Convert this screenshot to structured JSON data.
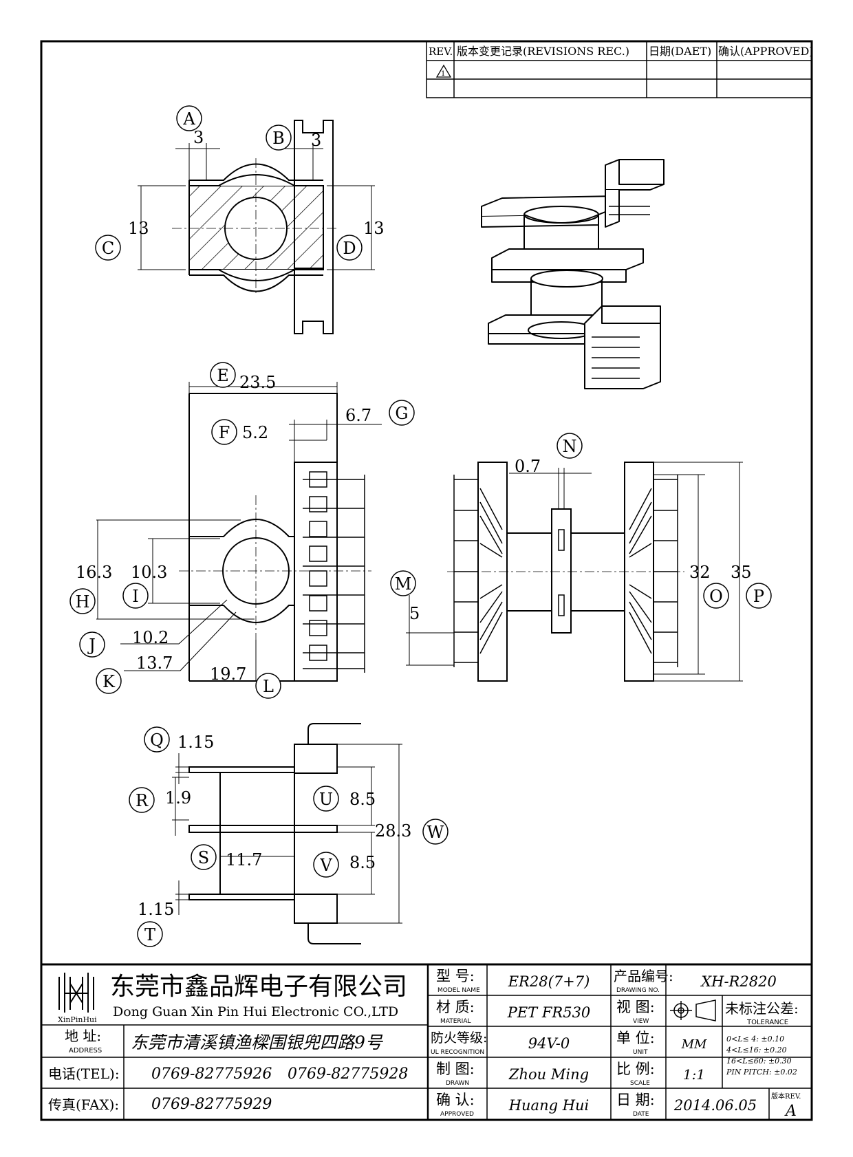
{
  "revision_table": {
    "headers": [
      "REV.",
      "版本变更记录(REVISIONS REC.)",
      "日期(DAET)",
      "确认(APPROVED)"
    ],
    "rev_mark": "1"
  },
  "callouts": [
    "A",
    "B",
    "C",
    "D",
    "E",
    "F",
    "G",
    "H",
    "I",
    "J",
    "K",
    "L",
    "M",
    "N",
    "O",
    "P",
    "Q",
    "R",
    "S",
    "T",
    "U",
    "V",
    "W"
  ],
  "dimensions": {
    "a": "3",
    "b": "3",
    "c": "13",
    "d": "13",
    "e": "23.5",
    "f": "5.2",
    "g": "6.7",
    "h": "16.3",
    "i": "10.3",
    "j": "10.2",
    "k": "13.7",
    "l": "19.7",
    "m": "5",
    "n": "0.7",
    "o": "32",
    "p": "35",
    "q": "1.15",
    "r": "1.9",
    "s": "11.7",
    "t": "1.15",
    "u": "8.5",
    "v": "8.5",
    "w": "28.3"
  },
  "title_block": {
    "company_cn": "东莞市鑫品辉电子有限公司",
    "company_en": "Dong Guan Xin Pin Hui Electronic CO.,LTD",
    "logo_text": "XinPinHui",
    "address_label": "地 址:",
    "address_label_en": "ADDRESS",
    "address": "东莞市清溪镇渔樑围银兜四路9号",
    "tel_label": "电话(TEL):",
    "tel1": "0769-82775926",
    "tel2": "0769-82775928",
    "fax_label": "传真(FAX):",
    "fax": "0769-82775929",
    "model_label": "型 号:",
    "model_label_en": "MODEL NAME",
    "model": "ER28(7+7)",
    "material_label": "材 质:",
    "material_label_en": "MATERIAL",
    "material": "PET FR530",
    "fire_label": "防火等级:",
    "fire_label_en": "UL RECOGNITION",
    "fire": "94V-0",
    "drawn_label": "制 图:",
    "drawn_label_en": "DRAWN",
    "drawn": "Zhou Ming",
    "approved_label": "确 认:",
    "approved_label_en": "APPROVED",
    "approved": "Huang Hui",
    "drawing_no_label": "产品编号:",
    "drawing_no_label_en": "DRAWING NO.",
    "drawing_no": "XH-R2820",
    "view_label": "视 图:",
    "view_label_en": "VIEW",
    "unit_label": "单 位:",
    "unit_label_en": "UNIT",
    "unit": "MM",
    "scale_label": "比 例:",
    "scale_label_en": "SCALE",
    "scale": "1:1",
    "date_label": "日 期:",
    "date_label_en": "DATE",
    "date": "2014.06.05",
    "tolerance_label": "未标注公差:",
    "tolerance_label_en": "TOLERANCE",
    "tol1": "0<L≤ 4:  ±0.10",
    "tol2": "4<L≤16:  ±0.20",
    "tol3": "16<L≤60:  ±0.30",
    "tol4": "PIN PITCH:  ±0.02",
    "rev_label": "版本REV.",
    "rev": "A"
  }
}
